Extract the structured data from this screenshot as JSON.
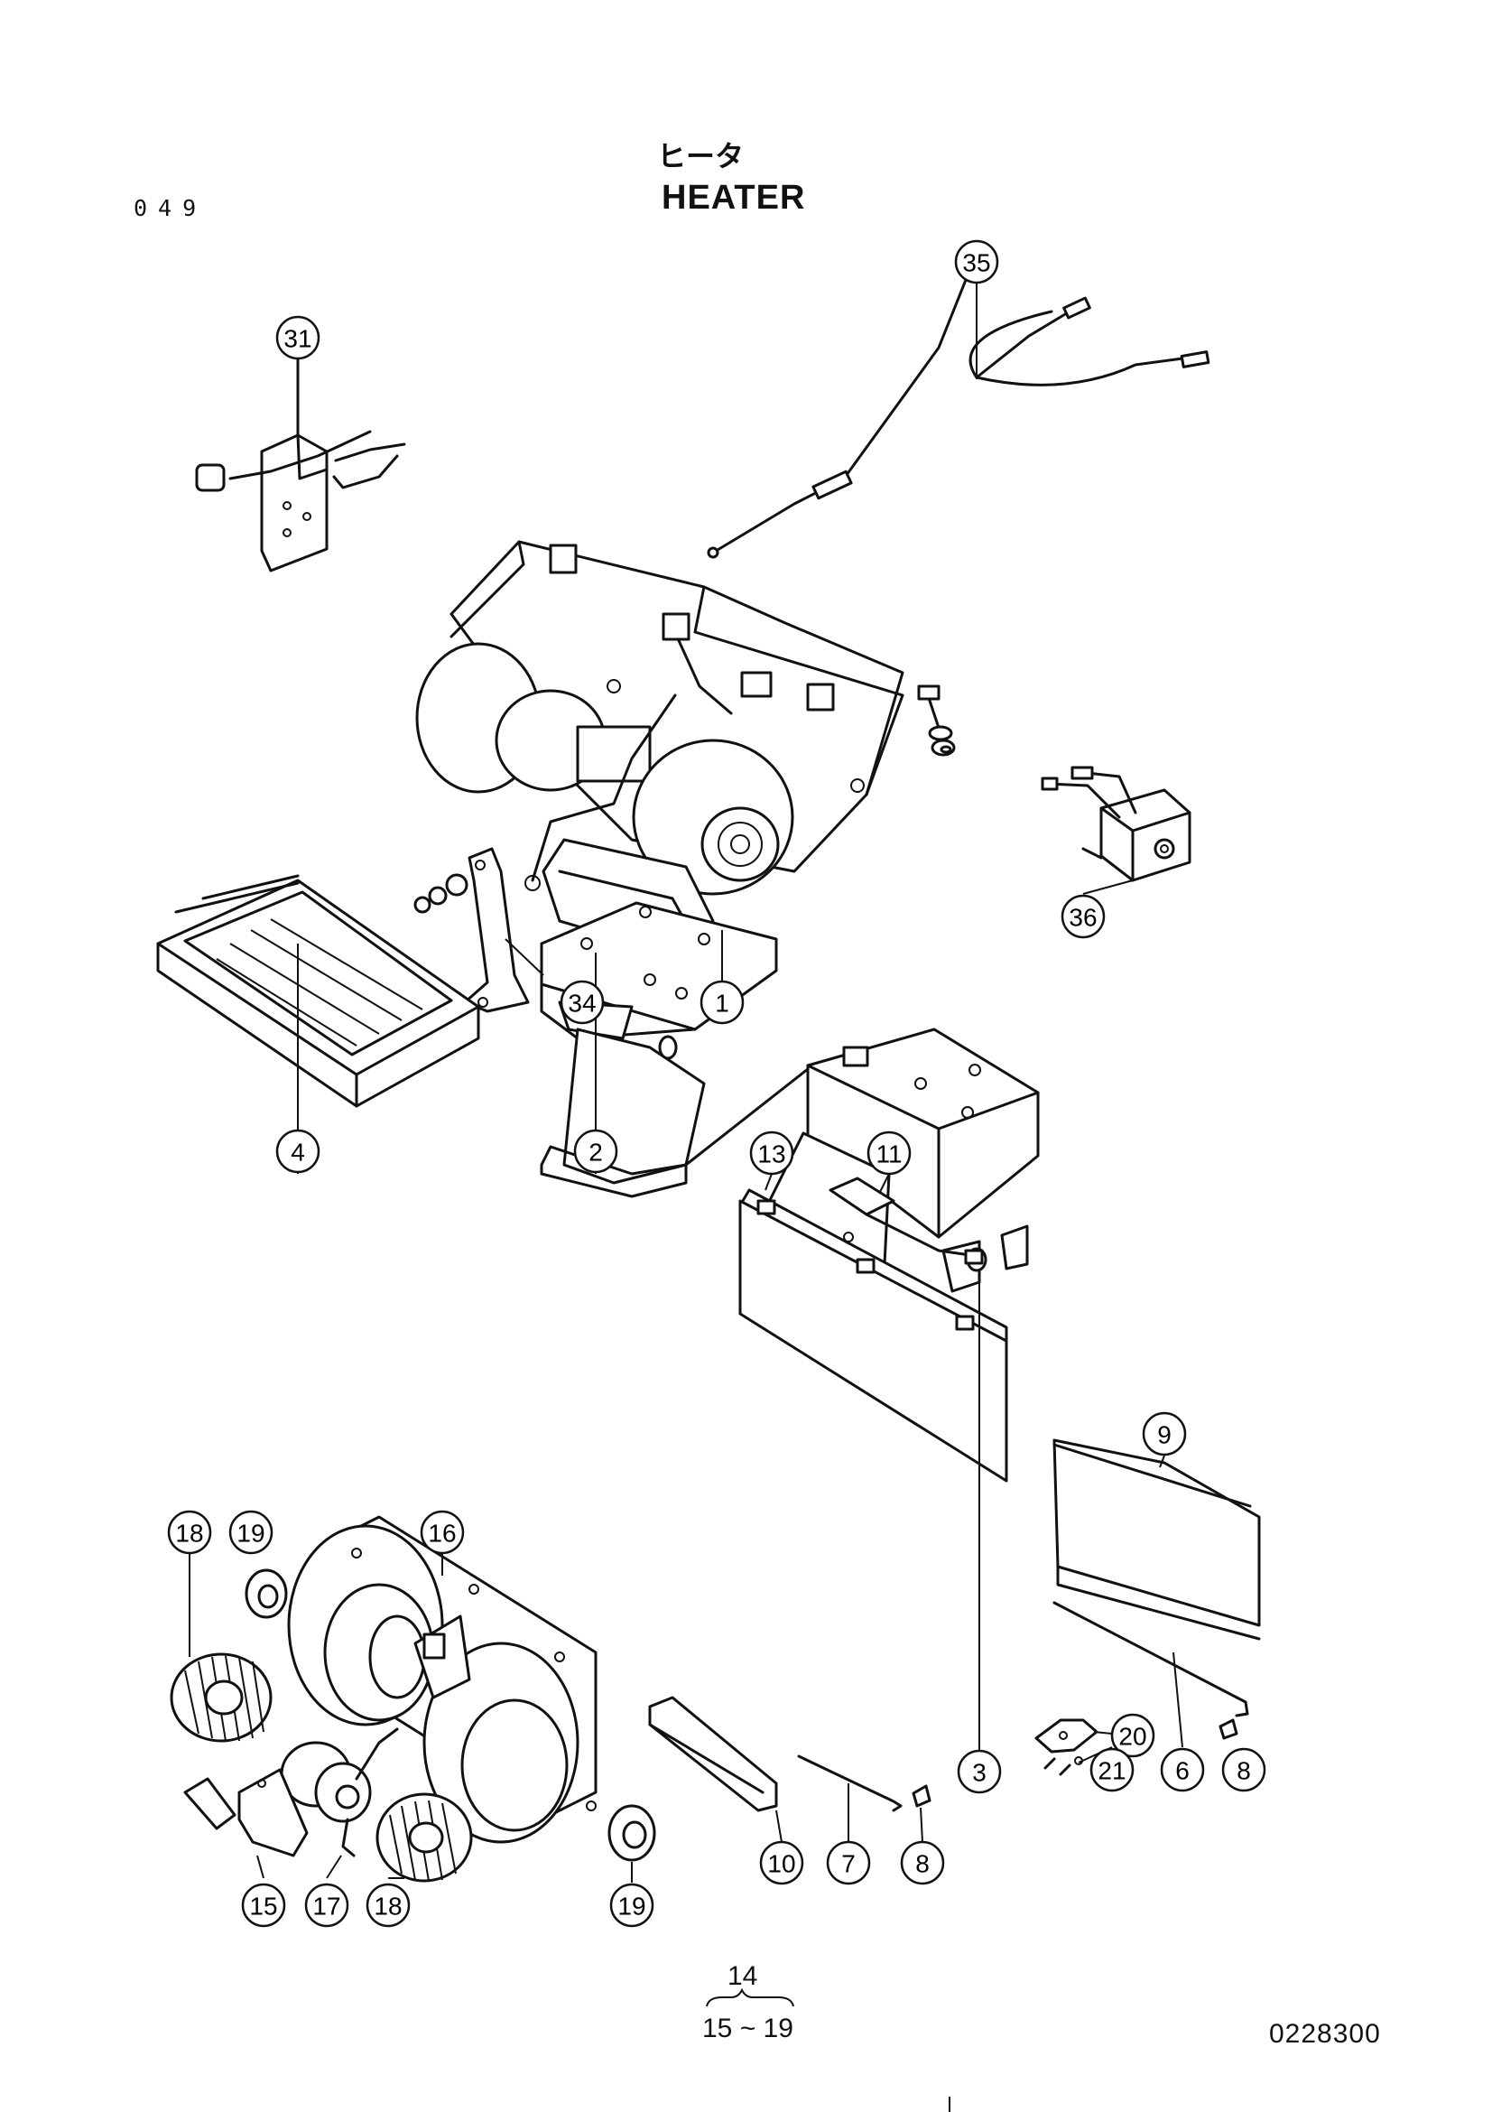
{
  "header": {
    "page_number": "049",
    "title_jp": "ヒータ",
    "title_en": "HEATER"
  },
  "footer": {
    "ref_top": "14",
    "ref_bottom": "15 ~ 19",
    "drawing_code": "0228300"
  },
  "callouts": [
    "35",
    "31",
    "36",
    "34",
    "1",
    "4",
    "2",
    "13",
    "11",
    "9",
    "18",
    "19",
    "16",
    "20",
    "3",
    "21",
    "6",
    "8",
    "10",
    "7",
    "15",
    "17"
  ]
}
